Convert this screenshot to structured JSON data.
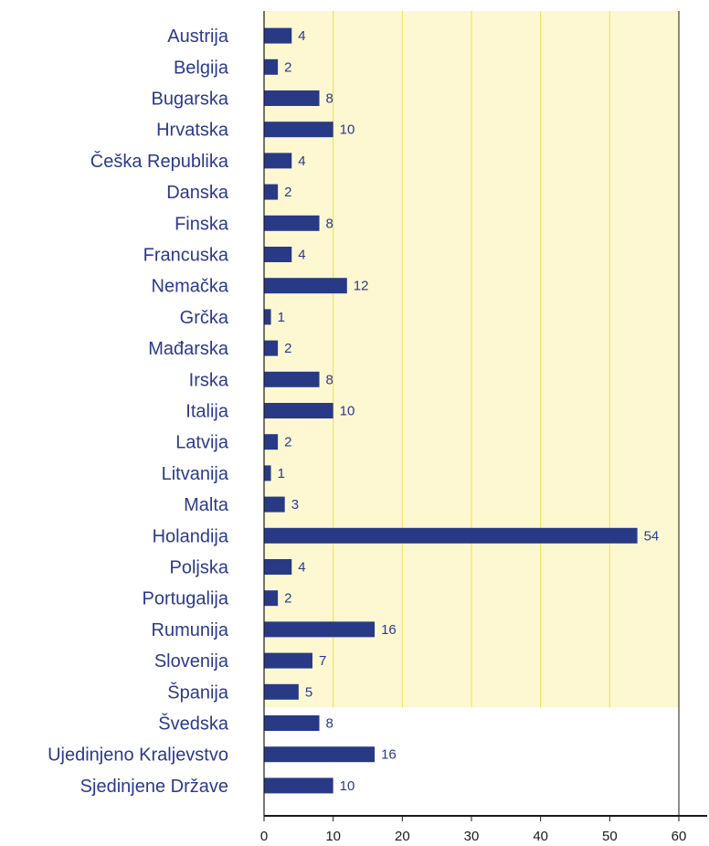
{
  "chart_data": {
    "type": "bar",
    "orientation": "horizontal",
    "categories": [
      "Austrija",
      "Belgija",
      "Bugarska",
      "Hrvatska",
      "Češka Republika",
      "Danska",
      "Finska",
      "Francuska",
      "Nemačka",
      "Grčka",
      "Mađarska",
      "Irska",
      "Italija",
      "Latvija",
      "Litvanija",
      "Malta",
      "Holandija",
      "Poljska",
      "Portugalija",
      "Rumunija",
      "Slovenija",
      "Španija",
      "Švedska",
      "Ujedinjeno Kraljevstvo",
      "Sjedinjene Države"
    ],
    "values": [
      4,
      2,
      8,
      10,
      4,
      2,
      8,
      4,
      12,
      1,
      2,
      8,
      10,
      2,
      1,
      3,
      54,
      4,
      2,
      16,
      7,
      5,
      8,
      16,
      10
    ],
    "title": "",
    "xlabel": "",
    "ylabel": "",
    "xlim": [
      0,
      60
    ],
    "xticks": [
      0,
      10,
      20,
      30,
      40,
      50,
      60
    ],
    "grid": true,
    "legend": "none",
    "colors": {
      "bar": "#283a85",
      "label": "#2b3a8c",
      "highlight_background": "#fdf8d2",
      "gridline": "#efe04a",
      "axis": "#1a1a1a"
    },
    "highlight_band": {
      "from_category": "Austrija",
      "to_category": "Španija"
    }
  }
}
